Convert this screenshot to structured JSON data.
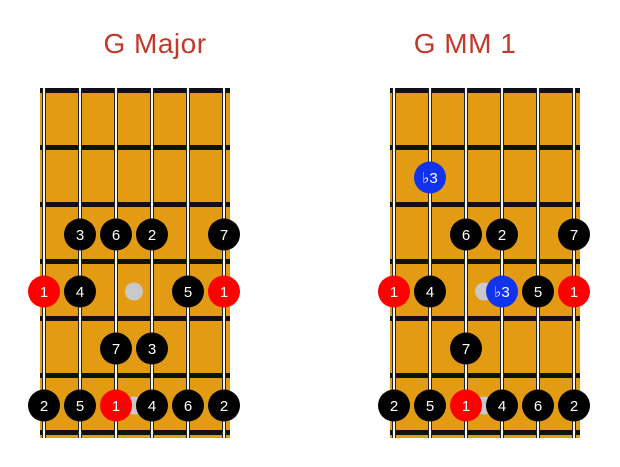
{
  "diagrams": [
    {
      "title": "G Major",
      "notes": [
        {
          "string": 1,
          "fret": 3,
          "label": "3",
          "color": "black"
        },
        {
          "string": 2,
          "fret": 3,
          "label": "6",
          "color": "black"
        },
        {
          "string": 3,
          "fret": 3,
          "label": "2",
          "color": "black"
        },
        {
          "string": 5,
          "fret": 3,
          "label": "7",
          "color": "black"
        },
        {
          "string": 0,
          "fret": 4,
          "label": "1",
          "color": "red"
        },
        {
          "string": 1,
          "fret": 4,
          "label": "4",
          "color": "black"
        },
        {
          "string": 4,
          "fret": 4,
          "label": "5",
          "color": "black"
        },
        {
          "string": 5,
          "fret": 4,
          "label": "1",
          "color": "red"
        },
        {
          "string": 2,
          "fret": 5,
          "label": "7",
          "color": "black"
        },
        {
          "string": 3,
          "fret": 5,
          "label": "3",
          "color": "black"
        },
        {
          "string": 0,
          "fret": 6,
          "label": "2",
          "color": "black"
        },
        {
          "string": 1,
          "fret": 6,
          "label": "5",
          "color": "black"
        },
        {
          "string": 2,
          "fret": 6,
          "label": "1",
          "color": "red"
        },
        {
          "string": 3,
          "fret": 6,
          "label": "4",
          "color": "black"
        },
        {
          "string": 4,
          "fret": 6,
          "label": "6",
          "color": "black"
        },
        {
          "string": 5,
          "fret": 6,
          "label": "2",
          "color": "black"
        }
      ],
      "markers": [
        {
          "string": 2.5,
          "fret": 4
        },
        {
          "string": 2.5,
          "fret": 6
        }
      ]
    },
    {
      "title": "G MM 1",
      "notes": [
        {
          "string": 1,
          "fret": 2,
          "label": "♭3",
          "color": "blue"
        },
        {
          "string": 2,
          "fret": 3,
          "label": "6",
          "color": "black"
        },
        {
          "string": 3,
          "fret": 3,
          "label": "2",
          "color": "black"
        },
        {
          "string": 5,
          "fret": 3,
          "label": "7",
          "color": "black"
        },
        {
          "string": 0,
          "fret": 4,
          "label": "1",
          "color": "red"
        },
        {
          "string": 1,
          "fret": 4,
          "label": "4",
          "color": "black"
        },
        {
          "string": 3,
          "fret": 4,
          "label": "♭3",
          "color": "blue"
        },
        {
          "string": 4,
          "fret": 4,
          "label": "5",
          "color": "black"
        },
        {
          "string": 5,
          "fret": 4,
          "label": "1",
          "color": "red"
        },
        {
          "string": 2,
          "fret": 5,
          "label": "7",
          "color": "black"
        },
        {
          "string": 0,
          "fret": 6,
          "label": "2",
          "color": "black"
        },
        {
          "string": 1,
          "fret": 6,
          "label": "5",
          "color": "black"
        },
        {
          "string": 2,
          "fret": 6,
          "label": "1",
          "color": "red"
        },
        {
          "string": 3,
          "fret": 6,
          "label": "4",
          "color": "black"
        },
        {
          "string": 4,
          "fret": 6,
          "label": "6",
          "color": "black"
        },
        {
          "string": 5,
          "fret": 6,
          "label": "2",
          "color": "black"
        }
      ],
      "markers": [
        {
          "string": 2.5,
          "fret": 4
        },
        {
          "string": 2.5,
          "fret": 6
        }
      ]
    }
  ],
  "colors": {
    "wood": "#e39b13",
    "fret": "#111111",
    "string": "#f5f5f5",
    "black": "#000000",
    "red": "#ff0000",
    "blue": "#1133ee",
    "marker": "#c9c9c9",
    "title": "#c0392b"
  }
}
